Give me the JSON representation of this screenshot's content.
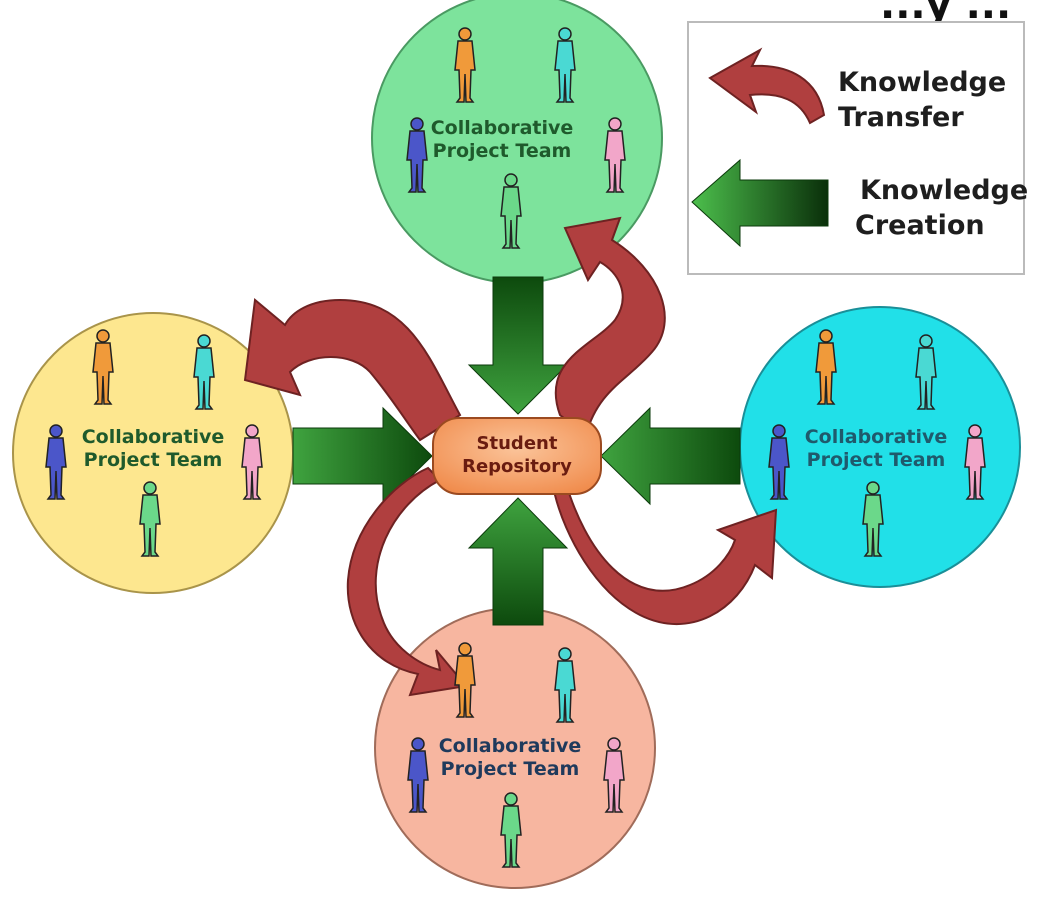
{
  "title_fragment": "...y ...",
  "legend": {
    "transfer_label_line1": "Knowledge",
    "transfer_label_line2": "Transfer",
    "creation_label_line1": "Knowledge",
    "creation_label_line2": "Creation"
  },
  "repository": {
    "line1": "Student",
    "line2": "Repository"
  },
  "teams": [
    {
      "position": "top",
      "line1": "Collaborative",
      "line2": "Project Team",
      "color": "#7de39c",
      "text_color": "#1f5a2c"
    },
    {
      "position": "left",
      "line1": "Collaborative",
      "line2": "Project Team",
      "color": "#fde78f",
      "text_color": "#1f5a2c"
    },
    {
      "position": "right",
      "line1": "Collaborative",
      "line2": "Project Team",
      "color": "#21e0e8",
      "text_color": "#1f5a6c"
    },
    {
      "position": "bottom",
      "line1": "Collaborative",
      "line2": "Project Team",
      "color": "#f7b6a0",
      "text_color": "#1f3a5c"
    }
  ],
  "colors": {
    "transfer_arrow": "#b03f3f",
    "creation_arrow_dark": "#0d4a0d",
    "creation_arrow_light": "#3fa33f",
    "repository_fill": "#f7a56f",
    "person_orange": "#f09a3a",
    "person_cyan": "#4ad9d3",
    "person_blue": "#4b56c9",
    "person_pink": "#f2a6c9",
    "person_green": "#6bd88a"
  }
}
